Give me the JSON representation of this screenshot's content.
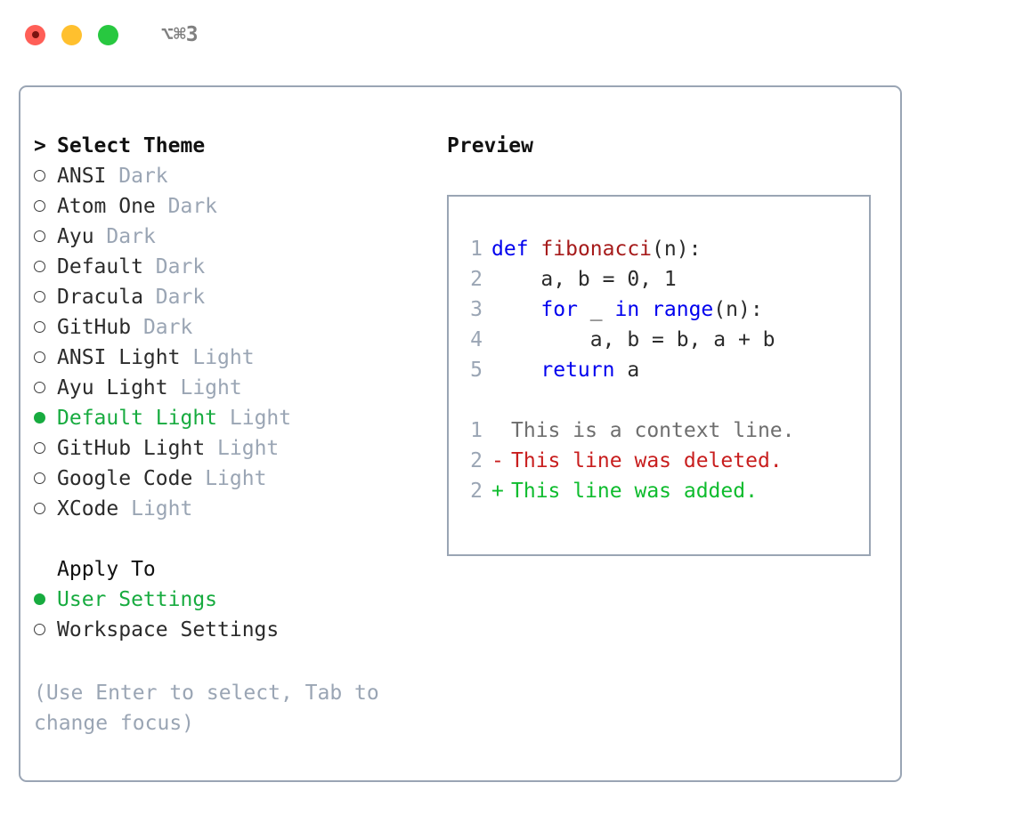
{
  "window": {
    "title": "⌥⌘3",
    "traffic_lights": [
      "close",
      "minimize",
      "maximize"
    ]
  },
  "theme_panel": {
    "heading": "Select Theme",
    "heading_prefix": "> ",
    "items": [
      {
        "name": "ANSI",
        "tag": "Dark",
        "selected": false
      },
      {
        "name": "Atom One",
        "tag": "Dark",
        "selected": false
      },
      {
        "name": "Ayu",
        "tag": "Dark",
        "selected": false
      },
      {
        "name": "Default",
        "tag": "Dark",
        "selected": false
      },
      {
        "name": "Dracula",
        "tag": "Dark",
        "selected": false
      },
      {
        "name": "GitHub",
        "tag": "Dark",
        "selected": false
      },
      {
        "name": "ANSI Light",
        "tag": "Light",
        "selected": false
      },
      {
        "name": "Ayu Light",
        "tag": "Light",
        "selected": false
      },
      {
        "name": "Default Light",
        "tag": "Light",
        "selected": true
      },
      {
        "name": "GitHub Light",
        "tag": "Light",
        "selected": false
      },
      {
        "name": "Google Code",
        "tag": "Light",
        "selected": false
      },
      {
        "name": "XCode",
        "tag": "Light",
        "selected": false
      }
    ]
  },
  "apply_to": {
    "heading": "Apply To",
    "items": [
      {
        "name": "User Settings",
        "selected": true
      },
      {
        "name": "Workspace Settings",
        "selected": false
      }
    ]
  },
  "hint": "(Use Enter to select, Tab to change focus)",
  "preview": {
    "title": "Preview",
    "code": [
      {
        "lineno": "1",
        "tokens": [
          {
            "t": "def",
            "c": "kw"
          },
          {
            "t": " ",
            "c": "pl"
          },
          {
            "t": "fibonacci",
            "c": "fn"
          },
          {
            "t": "(n):",
            "c": "pl"
          }
        ]
      },
      {
        "lineno": "2",
        "tokens": [
          {
            "t": "    a, b = 0, 1",
            "c": "pl"
          }
        ]
      },
      {
        "lineno": "3",
        "tokens": [
          {
            "t": "    ",
            "c": "pl"
          },
          {
            "t": "for",
            "c": "kw"
          },
          {
            "t": " _ ",
            "c": "pl"
          },
          {
            "t": "in",
            "c": "kw"
          },
          {
            "t": " ",
            "c": "pl"
          },
          {
            "t": "range",
            "c": "kw"
          },
          {
            "t": "(n):",
            "c": "pl"
          }
        ]
      },
      {
        "lineno": "4",
        "tokens": [
          {
            "t": "        a, b = b, a + b",
            "c": "pl"
          }
        ]
      },
      {
        "lineno": "5",
        "tokens": [
          {
            "t": "    ",
            "c": "pl"
          },
          {
            "t": "return",
            "c": "kw"
          },
          {
            "t": " a",
            "c": "pl"
          }
        ]
      }
    ],
    "diff": [
      {
        "lineno": "1",
        "sign": " ",
        "text": "This is a context line.",
        "kind": "ctx"
      },
      {
        "lineno": "2",
        "sign": "-",
        "text": "This line was deleted.",
        "kind": "del"
      },
      {
        "lineno": "2",
        "sign": "+",
        "text": "This line was added.",
        "kind": "add"
      }
    ]
  },
  "colors": {
    "accent_green": "#17ab3f",
    "muted": "#9aa5b4",
    "keyword_blue": "#0000ee",
    "function_red": "#a61b1b",
    "diff_delete": "#c81e1e",
    "diff_add": "#0fbc2e",
    "border": "#9aa5b4"
  }
}
